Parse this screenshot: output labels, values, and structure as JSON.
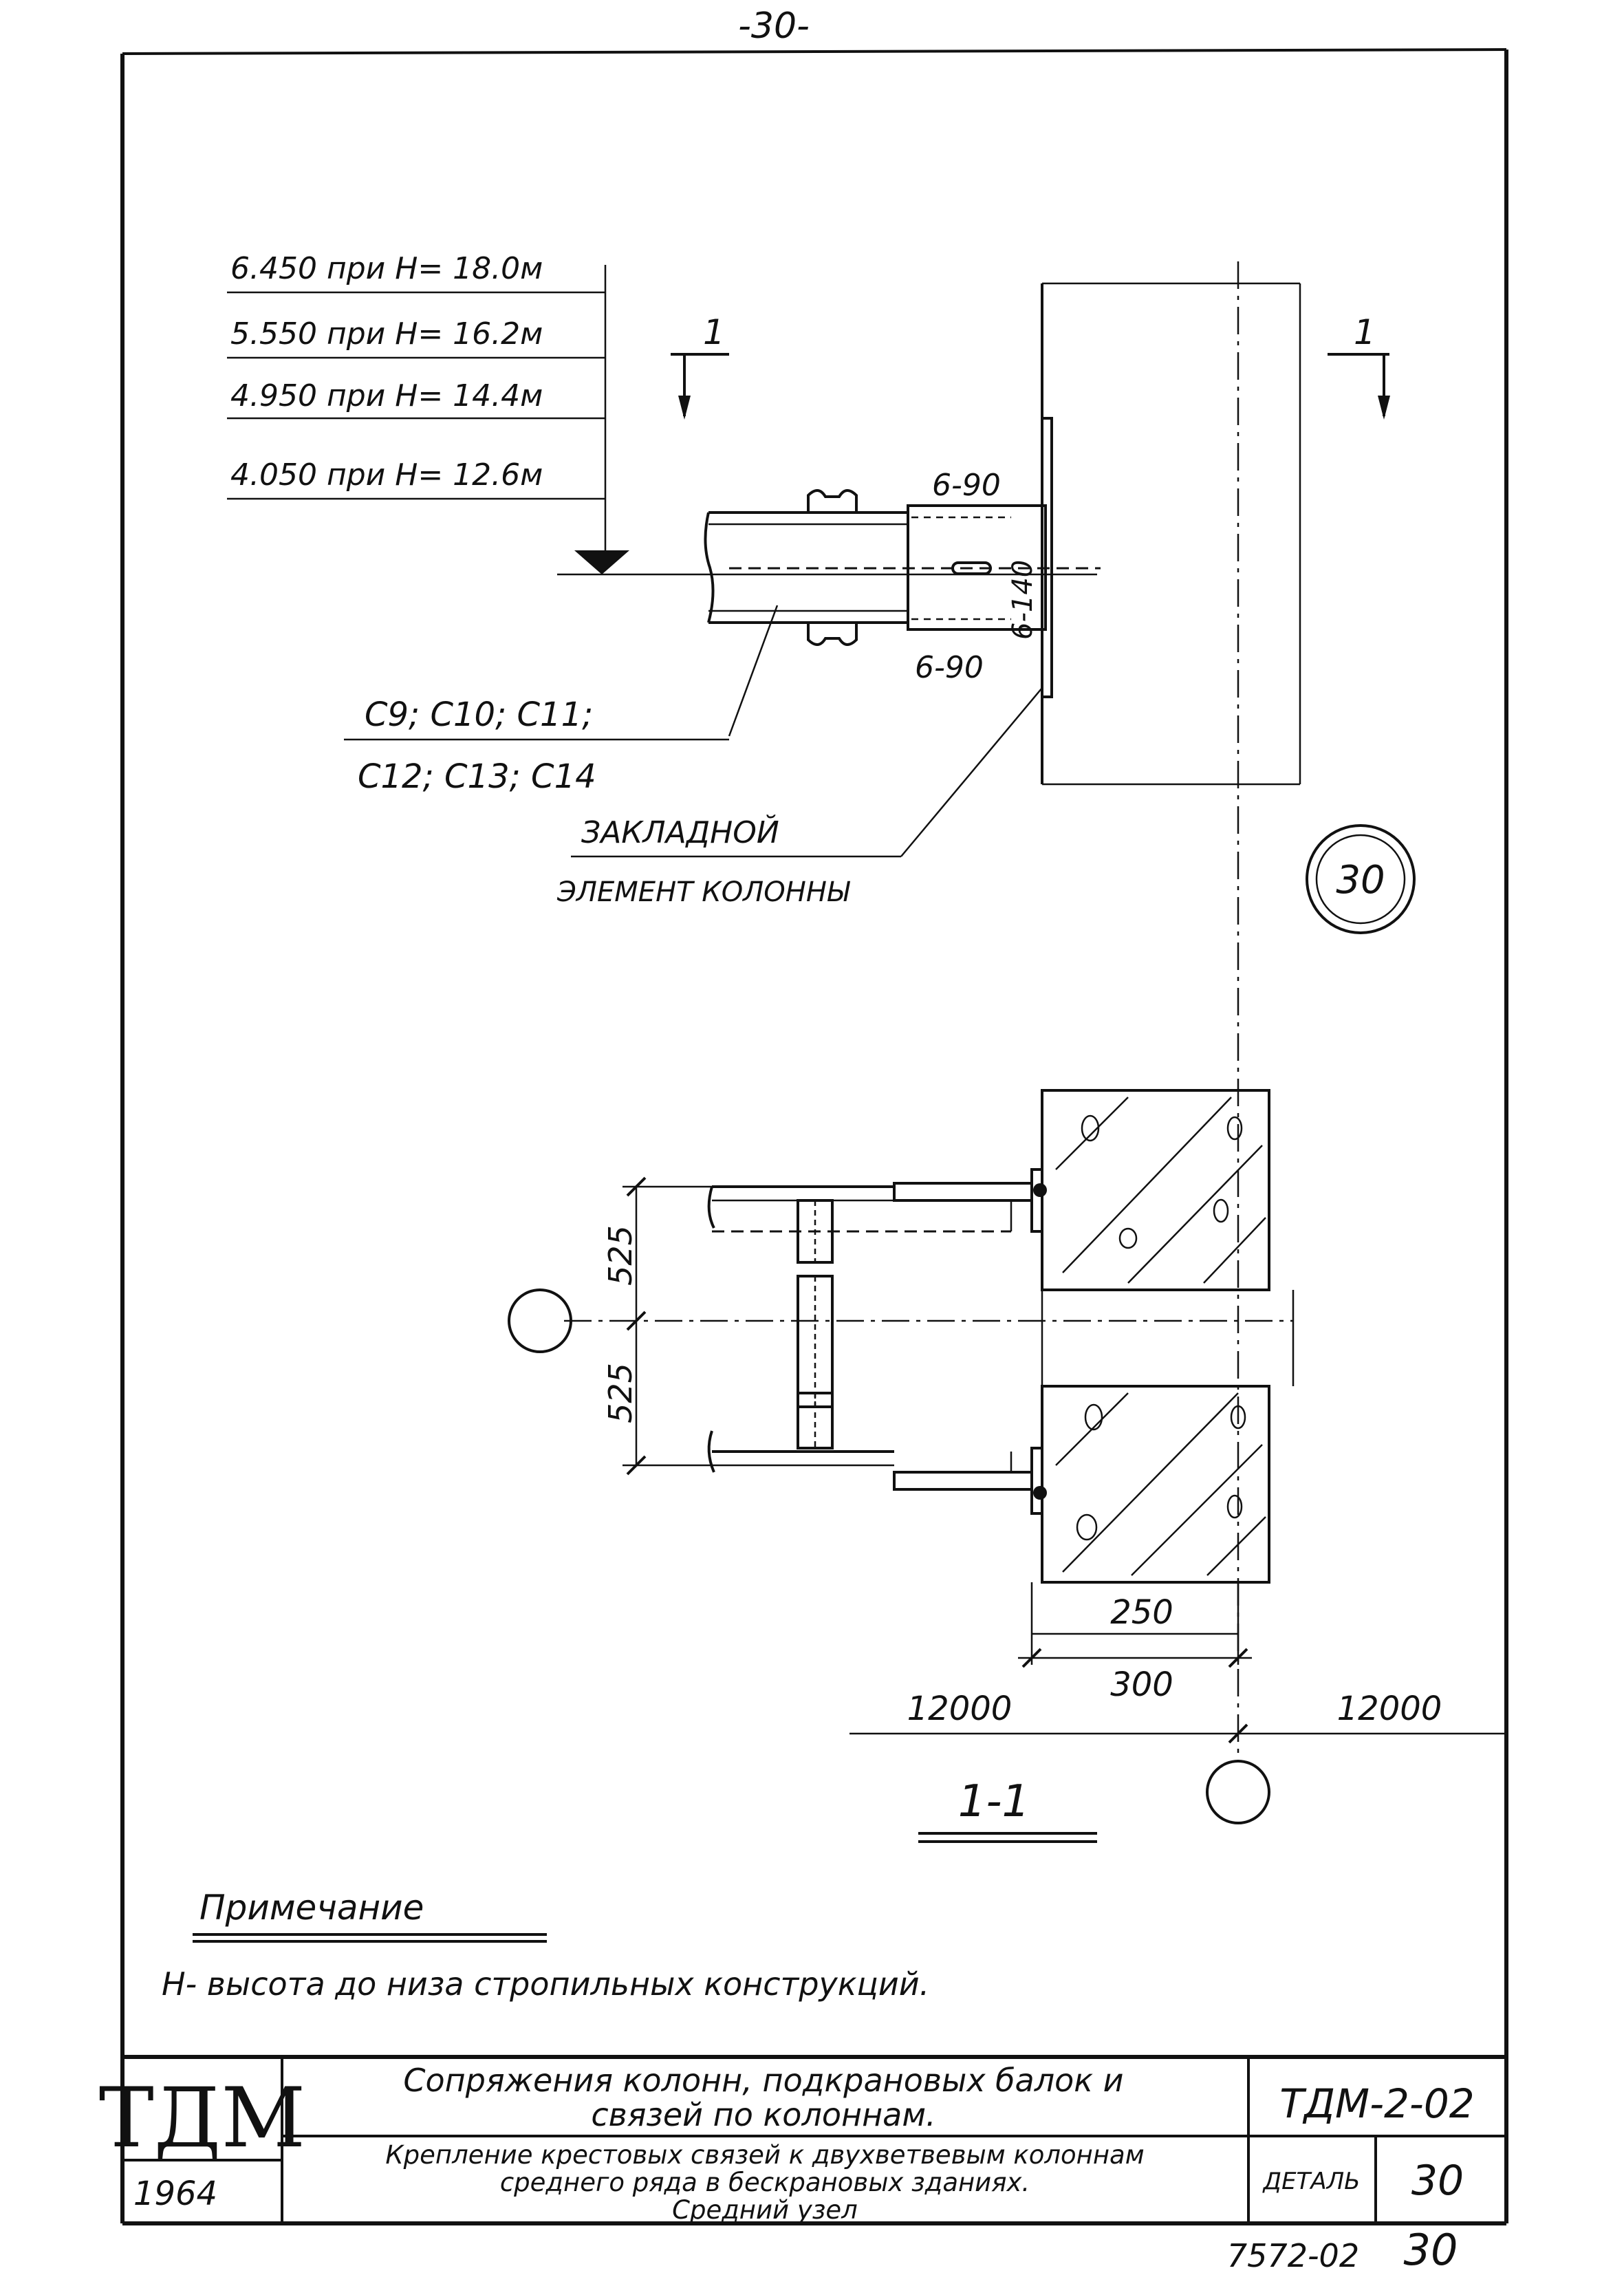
{
  "page_number": "-30-",
  "elevations": [
    "6.450 при H= 18.0м",
    "5.550 при H= 16.2м",
    "4.950 при H= 14.4м",
    "4.050 при H= 12.6м"
  ],
  "section_mark_left": "1",
  "section_mark_right": "1",
  "weld_top": "6-90",
  "weld_bottom": "6-90",
  "weld_side": "6-140",
  "brace_labels": {
    "line1": "C9; C10; C11;",
    "line2": "C12; C13; C14"
  },
  "embedded_element": {
    "line1": "ЗАКЛАДНОЙ",
    "line2": "ЭЛЕМЕНТ КОЛОННЫ"
  },
  "detail_bubble": "30",
  "dimensions": {
    "upper_525": "525",
    "lower_525": "525",
    "dim_250": "250",
    "dim_300": "300",
    "span_left": "12000",
    "span_right": "12000"
  },
  "section_title": "1-1",
  "note": {
    "heading": "Примечание",
    "text": "H- высота до низа стропильных конструкций."
  },
  "title_block": {
    "logo": "ТДМ",
    "year": "1964",
    "title_line1": "Сопряжения колонн, подкрановых балок и",
    "title_line2": "связей по колоннам.",
    "subtitle_line1": "Крепление крестовых связей к двухветвевым колоннам",
    "subtitle_line2": "среднего ряда в бескрановых зданиях.",
    "subtitle_line3": "Средний узел",
    "doc_code": "ТДМ-2-02",
    "detail_label": "ДЕТАЛЬ",
    "detail_number": "30"
  },
  "footer_code": "7572-02",
  "footer_page": "30"
}
